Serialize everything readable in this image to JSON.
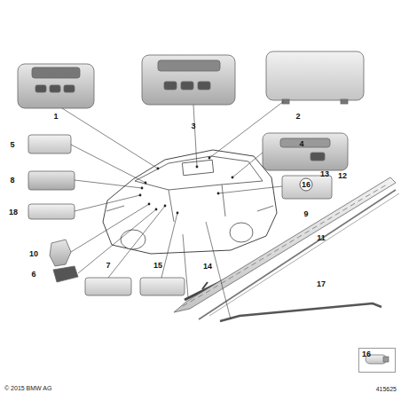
{
  "diagram": {
    "nodes": [
      {
        "text": [
          "16"
        ]
      }
    ],
    "labels": [
      "1",
      "3",
      "2",
      "4",
      "5",
      "8",
      "16",
      "13",
      "12",
      "9",
      "18",
      "11",
      "10",
      "14",
      "15",
      "7",
      "6",
      "17",
      "© 2015 BMW AG",
      "415625"
    ]
  }
}
